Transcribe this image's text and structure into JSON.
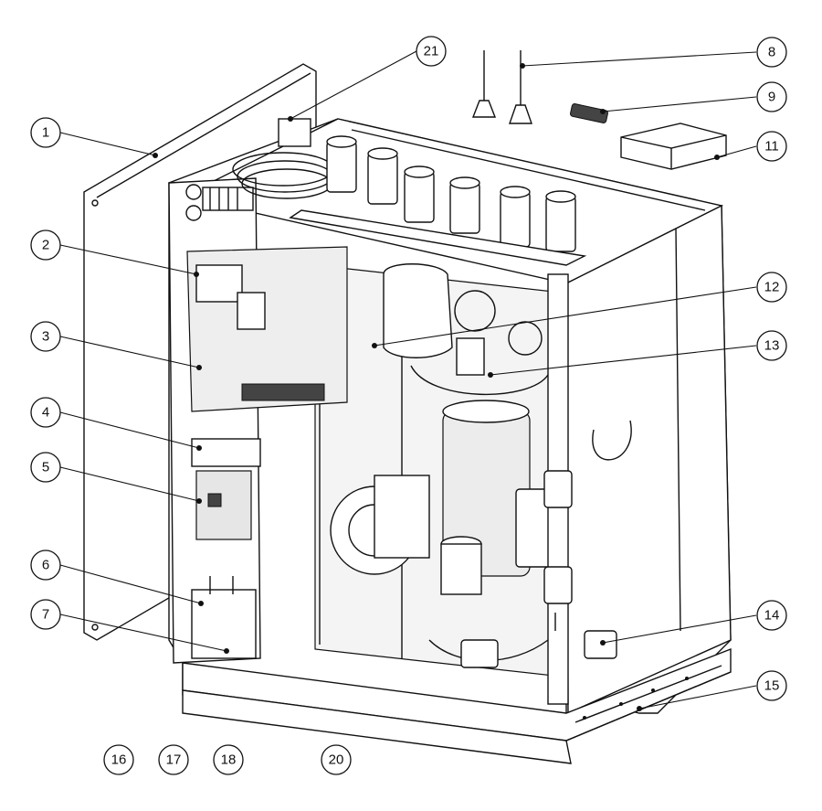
{
  "callouts": [
    {
      "label": "1"
    },
    {
      "label": "2"
    },
    {
      "label": "3"
    },
    {
      "label": "4"
    },
    {
      "label": "5"
    },
    {
      "label": "6"
    },
    {
      "label": "7"
    },
    {
      "label": "8"
    },
    {
      "label": "9"
    },
    {
      "label": "11"
    },
    {
      "label": "12"
    },
    {
      "label": "13"
    },
    {
      "label": "14"
    },
    {
      "label": "15"
    },
    {
      "label": "16"
    },
    {
      "label": "17"
    },
    {
      "label": "18"
    },
    {
      "label": "20"
    },
    {
      "label": "21"
    }
  ]
}
